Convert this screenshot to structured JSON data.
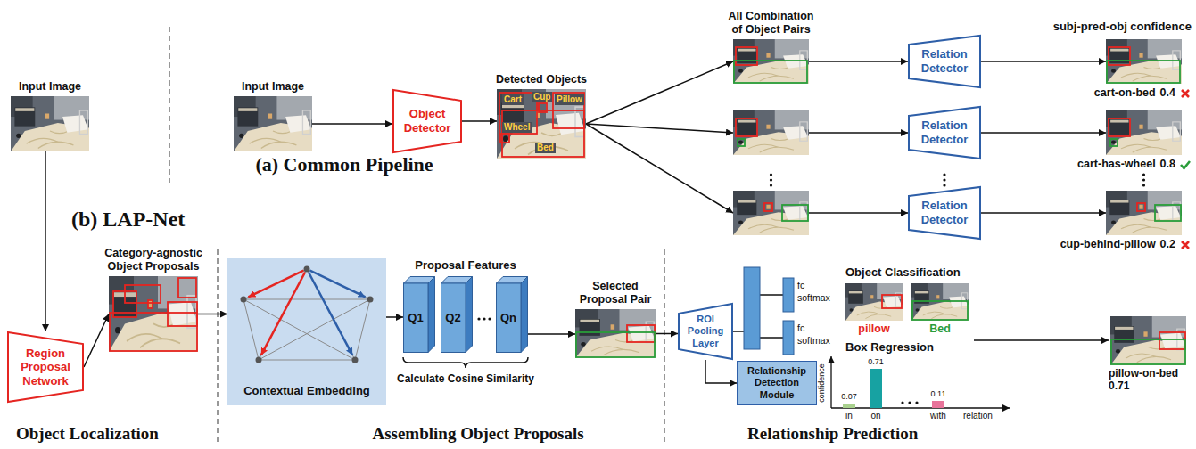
{
  "diagram": {
    "nodes": [
      {
        "text": [
          "Input Image"
        ]
      },
      {
        "text": [
          "Input Image"
        ]
      },
      {
        "text": [
          "Object Detector"
        ]
      },
      {
        "text": [
          "Detected Objects"
        ]
      },
      {
        "text": [
          "All Combination of Object Pairs"
        ]
      },
      {
        "text": [
          "Relation Detector"
        ]
      },
      {
        "text": [
          "cart-on-bed",
          "0.4"
        ]
      },
      {
        "text": [
          "Relation Detector"
        ]
      },
      {
        "text": [
          "cart-has-wheel",
          "0.8"
        ]
      },
      {
        "text": [
          "Relation Detector"
        ]
      },
      {
        "text": [
          "cup-behind-pillow",
          "0.2"
        ]
      },
      {
        "text": [
          "Region Proposal Network"
        ]
      },
      {
        "text": [
          "Category-agnostic Object Proposals"
        ]
      },
      {
        "text": [
          "Contextual Embedding"
        ]
      },
      {
        "text": [
          "Q1"
        ]
      },
      {
        "text": [
          "Q2"
        ]
      },
      {
        "text": [
          "Qn"
        ]
      },
      {
        "text": [
          "Selected Proposal Pair"
        ]
      },
      {
        "text": [
          "ROI Pooling Layer"
        ]
      },
      {
        "text": [
          "Relationship Detection Module"
        ]
      },
      {
        "text": [
          "pillow"
        ]
      },
      {
        "text": [
          "Bed"
        ]
      },
      {
        "text": [
          "pillow-on-bed",
          "0.71"
        ]
      }
    ],
    "edges": [
      {
        "from": 0,
        "to": 11,
        "arrow": "to"
      },
      {
        "from": 1,
        "to": 2,
        "arrow": "to"
      },
      {
        "from": 2,
        "to": 3,
        "arrow": "to"
      },
      {
        "from": 3,
        "to": 4,
        "arrow": "to"
      },
      {
        "from": 4,
        "to": 5,
        "arrow": "to"
      },
      {
        "from": 5,
        "to": 6,
        "arrow": "to"
      },
      {
        "from": 7,
        "to": 8,
        "arrow": "to"
      },
      {
        "from": 9,
        "to": 10,
        "arrow": "to"
      },
      {
        "from": 11,
        "to": 12,
        "arrow": "to"
      },
      {
        "from": 12,
        "to": 13,
        "arrow": "to"
      },
      {
        "from": 13,
        "to": 14,
        "arrow": "to"
      },
      {
        "from": 16,
        "to": 17,
        "arrow": "to"
      },
      {
        "from": 17,
        "to": 18,
        "arrow": "to"
      },
      {
        "from": 18,
        "to": 19,
        "arrow": "to"
      }
    ],
    "labels": [
      "Cart",
      "Cup",
      "Pillow",
      "Wheel",
      "Bed",
      "(a) Common Pipeline",
      "subj-pred-obj confidence",
      "(b) LAP-Net",
      "Object Localization",
      "Proposal Features",
      "Calculate Cosine Similarity",
      "Assembling Object Proposals",
      "fc",
      "softmax",
      "fc",
      "softmax",
      "Object Classification",
      "Box Regression",
      "confidence",
      "0.07",
      "0.71",
      "0.11",
      "in",
      "on",
      "with",
      "relation",
      "Relationship Prediction"
    ]
  }
}
